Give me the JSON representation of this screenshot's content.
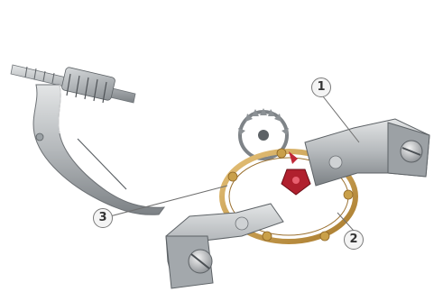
{
  "image": {
    "subject": "watch-escapement-mechanism",
    "background_color": "#ffffff"
  },
  "callouts": [
    {
      "label": "1"
    },
    {
      "label": "2"
    },
    {
      "label": "3"
    }
  ],
  "colors": {
    "steel": "#b9bcbe",
    "steel_dark": "#6d7175",
    "gold": "#c9a04a",
    "ruby": "#b0202e"
  }
}
